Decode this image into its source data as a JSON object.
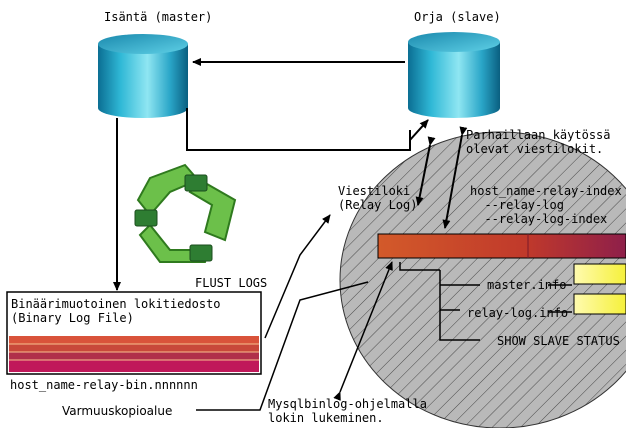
{
  "master": {
    "title": "Isäntä (master)"
  },
  "slave": {
    "title": "Orja (slave)"
  },
  "flush": {
    "label": "FLUST LOGS"
  },
  "binlog": {
    "title": "Binäärimuotoinen lokitiedosto\n(Binary Log File)",
    "filename": "host_name-relay-bin.nnnnnn"
  },
  "backup": {
    "label": "Varmuuskopioalue"
  },
  "mysqlbinlog": {
    "label": "Mysqlbinlog-ohjelmalla\nlokin lukeminen."
  },
  "active_logs": {
    "label": "Parhaillaan käytössä\nolevat viestilokit."
  },
  "relay_log": {
    "label": "Viestiloki\n(Relay Log)"
  },
  "relay_index": {
    "label": "host_name-relay-index\n  --relay-log\n  --relay-log-index"
  },
  "files": {
    "master_info": "master.info",
    "relay_log_info": "relay-log.info",
    "show_slave_status": "SHOW SLAVE STATUS"
  },
  "colors": {
    "cylinder_light": "#8fe6f2",
    "cylinder_dark": "#0a6f93",
    "recycle_green": "#3f9a2c",
    "relay_bar": "#c0392b",
    "info_box": "#f5f03a",
    "ellipse_fill": "#b9b9b9"
  },
  "icons": [
    "database-cylinder-icon",
    "database-cylinder-icon",
    "recycle-icon"
  ]
}
